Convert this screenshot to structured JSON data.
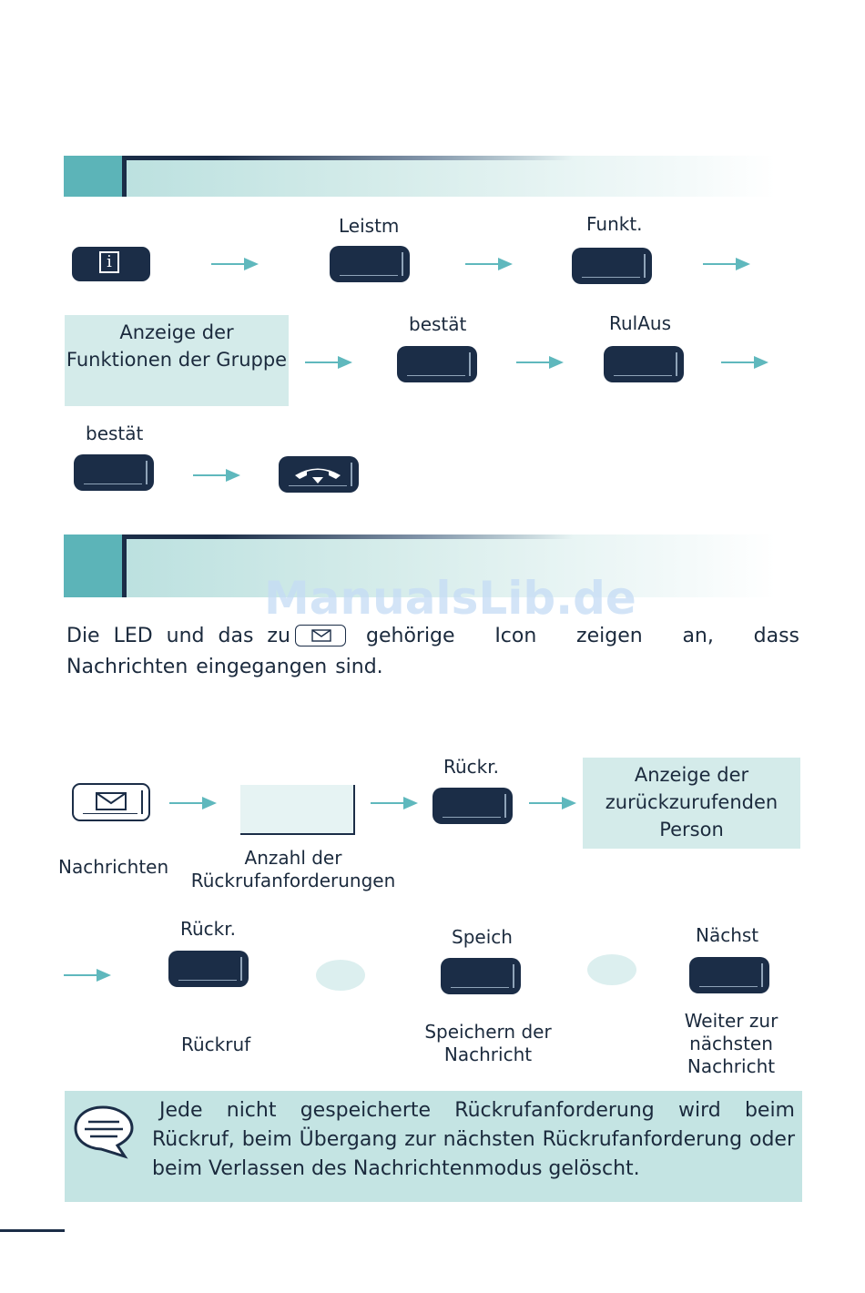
{
  "section1": {
    "step1_labels": {
      "leistm": "Leistm",
      "funkt": "Funkt."
    },
    "info_key_glyph": "i",
    "display_box": "Anzeige der Funktionen der Gruppe",
    "step2_labels": {
      "bestaet": "bestät",
      "rulaus": "RulAus"
    },
    "step3_labels": {
      "bestaet": "bestät"
    }
  },
  "watermark": "ManualsLib.de",
  "section2": {
    "intro_part1": "Die LED und das zu",
    "intro_part2": "gehörige Icon zeigen an, dass Nachrichten eingegangen sind.",
    "row1": {
      "nachrichten_label": "Nachrichten",
      "count_label": "Anzahl der Rückrufanforderungen",
      "rueckr_label": "Rückr.",
      "display_box": "Anzeige der zurückzurufenden Person"
    },
    "row2": {
      "rueckr_label": "Rückr.",
      "rueckruf_caption": "Rückruf",
      "speich_label": "Speich",
      "speich_caption": "Speichern der Nachricht",
      "naechst_label": "Nächst",
      "naechst_caption": "Weiter zur nächsten Nachricht"
    },
    "note": "Jede nicht gespeicherte Rückrufanforderung wird beim Rückruf, beim Übergang zur nächsten Rückrufanforderung oder beim Verlassen des Nachrichtenmodus gelöscht."
  },
  "colors": {
    "navy": "#1b2d47",
    "teal": "#5cb4b8",
    "arrow": "#5fb8bd",
    "box": "#d4ebea",
    "note": "#c4e4e3"
  }
}
